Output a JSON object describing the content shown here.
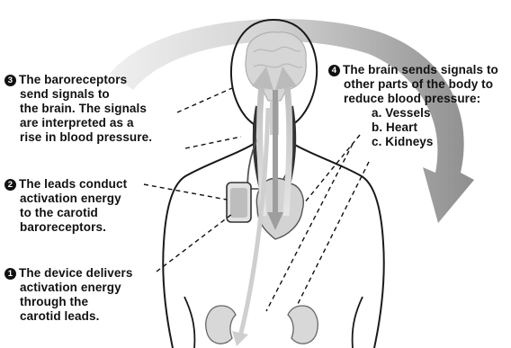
{
  "callouts": {
    "c3": {
      "num": "3",
      "lines": [
        "The baroreceptors",
        "send signals to",
        "the brain. The signals",
        "are interpreted as a",
        "rise in blood pressure."
      ]
    },
    "c2": {
      "num": "2",
      "lines": [
        "The leads conduct",
        "activation energy",
        "to the carotid",
        "baroreceptors."
      ]
    },
    "c1": {
      "num": "1",
      "lines": [
        "The device delivers",
        "activation energy",
        "through the",
        "carotid leads."
      ]
    },
    "c4": {
      "num": "4",
      "lines": [
        "The brain sends signals to",
        "other parts of the body to",
        "reduce blood pressure:"
      ],
      "items": [
        "a.  Vessels",
        "b.  Heart",
        "c.  Kidneys"
      ]
    }
  },
  "colors": {
    "outline": "#1a1a1a",
    "arrow_big": "#c9c9c9",
    "organ_fill": "#d9d9d9",
    "arrow_body": "#9e9e9e"
  }
}
